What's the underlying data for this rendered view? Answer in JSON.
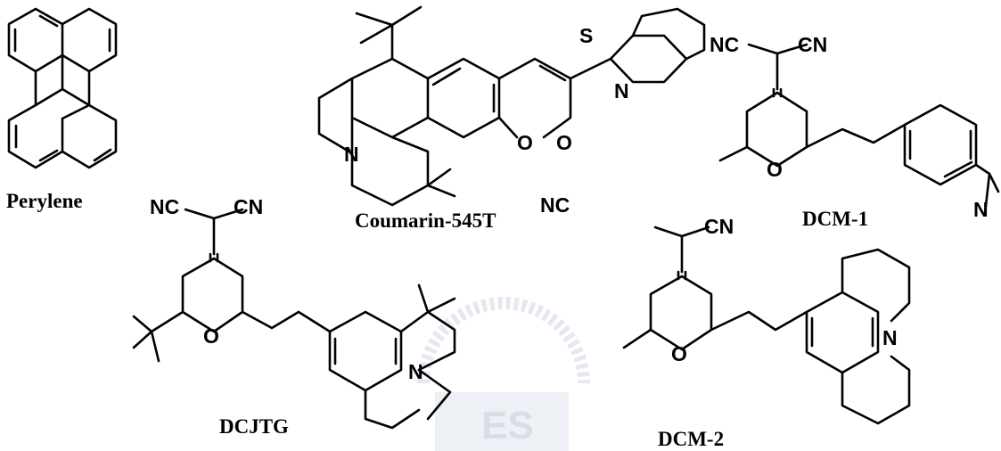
{
  "molecule_names": {
    "perylene": "Perylene",
    "coumarin": "Coumarin-545T",
    "dcm1": "DCM-1",
    "dcjtg": "DCJTG",
    "dcm2": "DCM-2"
  },
  "atoms": {
    "nc": "NC",
    "cn": "CN",
    "s": "S",
    "n": "N",
    "o": "O"
  },
  "watermark": {
    "text": "ES",
    "color": "#b9c3d6"
  }
}
